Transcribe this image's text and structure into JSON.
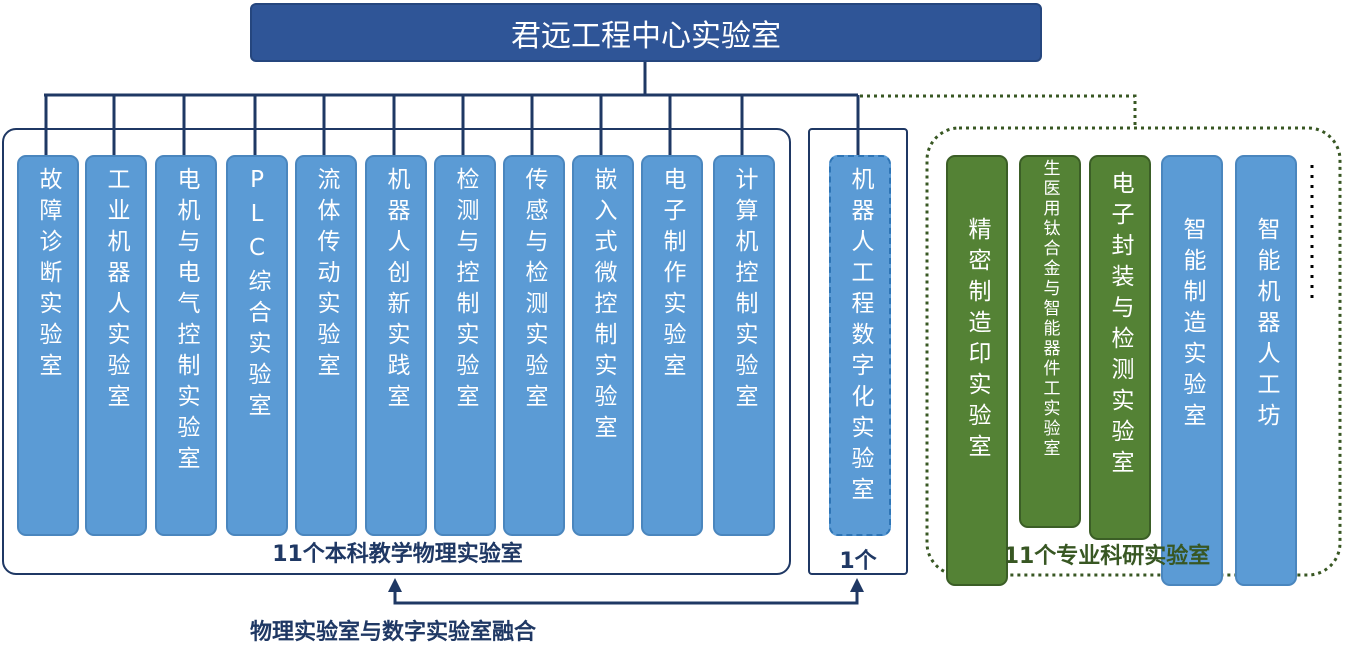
{
  "title": "君远工程中心实验室",
  "physical_labs": [
    "故障诊断实验室",
    "工业机器人实验室",
    "电机与电气控制实验室",
    "PLC综合实验室",
    "流体传动实验室",
    "机器人创新实践室",
    "检测与控制实验室",
    "传感与检测实验室",
    "嵌入式微控制实验室",
    "电子制作实验室",
    "计算机控制实验室"
  ],
  "physical_caption": "11个本科教学物理实验室",
  "digital_lab": "机器人工程数字化实验室",
  "digital_caption": "1个",
  "research_labs": [
    {
      "label": "精密制造印实验室",
      "color": "green"
    },
    {
      "label": "生医用钛合金与智能器件工实验室",
      "color": "green"
    },
    {
      "label": "电子封装与检测实验室",
      "color": "green"
    },
    {
      "label": "智能制造实验室",
      "color": "blue"
    },
    {
      "label": "智能机器人工坊",
      "color": "blue"
    }
  ],
  "research_caption": "11个专业科研实验室",
  "fusion_caption": "物理实验室与数字实验室融合",
  "colors": {
    "navy": "#1f3864",
    "blue": "#5b9bd5",
    "green": "#548235",
    "title": "#2f5597"
  }
}
